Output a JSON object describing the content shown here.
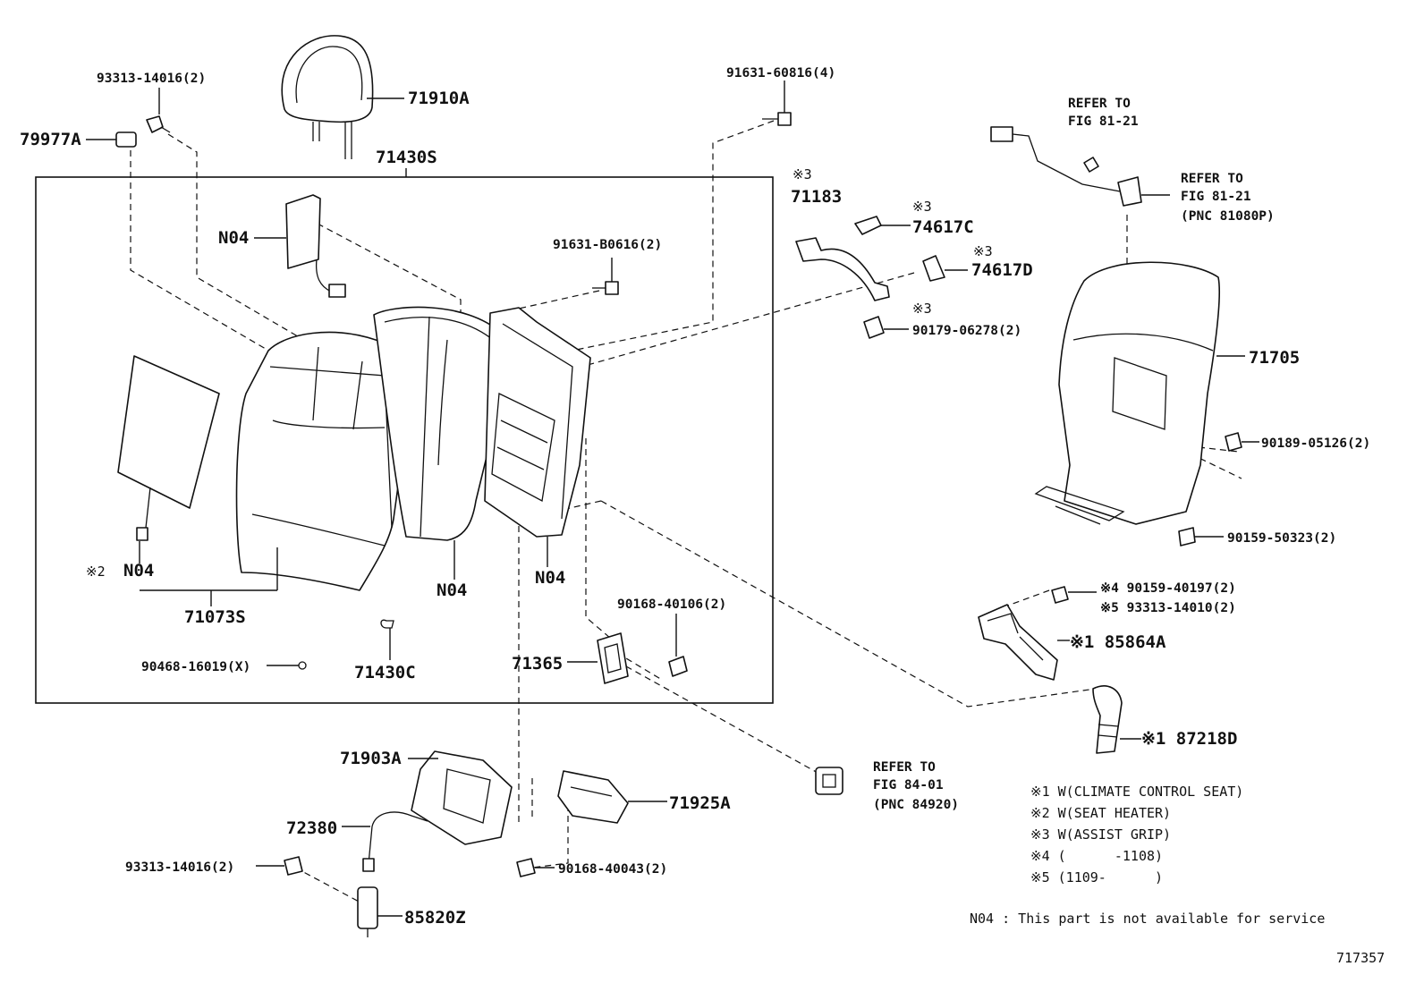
{
  "labels": {
    "p_71910A": "71910A",
    "p_71430S": "71430S",
    "p_93313_14016_top": "93313-14016(2)",
    "p_79977A": "79977A",
    "p_N04_harness": "N04",
    "p_91631_B0616": "91631-B0616(2)",
    "p_91631_60816": "91631-60816(4)",
    "mark_71183": "※3",
    "p_71183": "71183",
    "mark_74617C": "※3",
    "p_74617C": "74617C",
    "mark_74617D": "※3",
    "p_74617D": "74617D",
    "mark_90179": "※3",
    "p_90179_06278": "90179-06278(2)",
    "ref_top_1": "REFER TO",
    "ref_top_2": "FIG 81-21",
    "ref_right_1": "REFER TO",
    "ref_right_2": "FIG 81-21",
    "ref_right_3": "(PNC 81080P)",
    "p_71705": "71705",
    "p_90189_05126": "90189-05126(2)",
    "p_90159_50323": "90159-50323(2)",
    "mark_2": "※2",
    "p_N04_heater": "N04",
    "p_71073S": "71073S",
    "p_N04_pad": "N04",
    "p_N04_frame": "N04",
    "p_90168_40106": "90168-40106(2)",
    "p_71365": "71365",
    "p_90468_16019": "90468-16019(X)",
    "p_71430C": "71430C",
    "p_90159_40197": "※4 90159-40197(2)",
    "p_93313_14010": "※5 93313-14010(2)",
    "p_85864A": "※1 85864A",
    "p_87218D": "※1 87218D",
    "ref_bottom_1": "REFER TO",
    "ref_bottom_2": "FIG 84-01",
    "ref_bottom_3": "(PNC 84920)",
    "p_71903A": "71903A",
    "p_71925A": "71925A",
    "p_72380": "72380",
    "p_93313_14016_bot": "93313-14016(2)",
    "p_90168_40043": "90168-40043(2)",
    "p_85820Z": "85820Z"
  },
  "legend": [
    "※1 W(CLIMATE CONTROL SEAT)",
    "※2 W(SEAT HEATER)",
    "※3 W(ASSIST GRIP)",
    "※4 (      -1108)",
    "※5 (1109-      )"
  ],
  "footnote": "N04 : This part is not available for service",
  "figure_id": "717357"
}
